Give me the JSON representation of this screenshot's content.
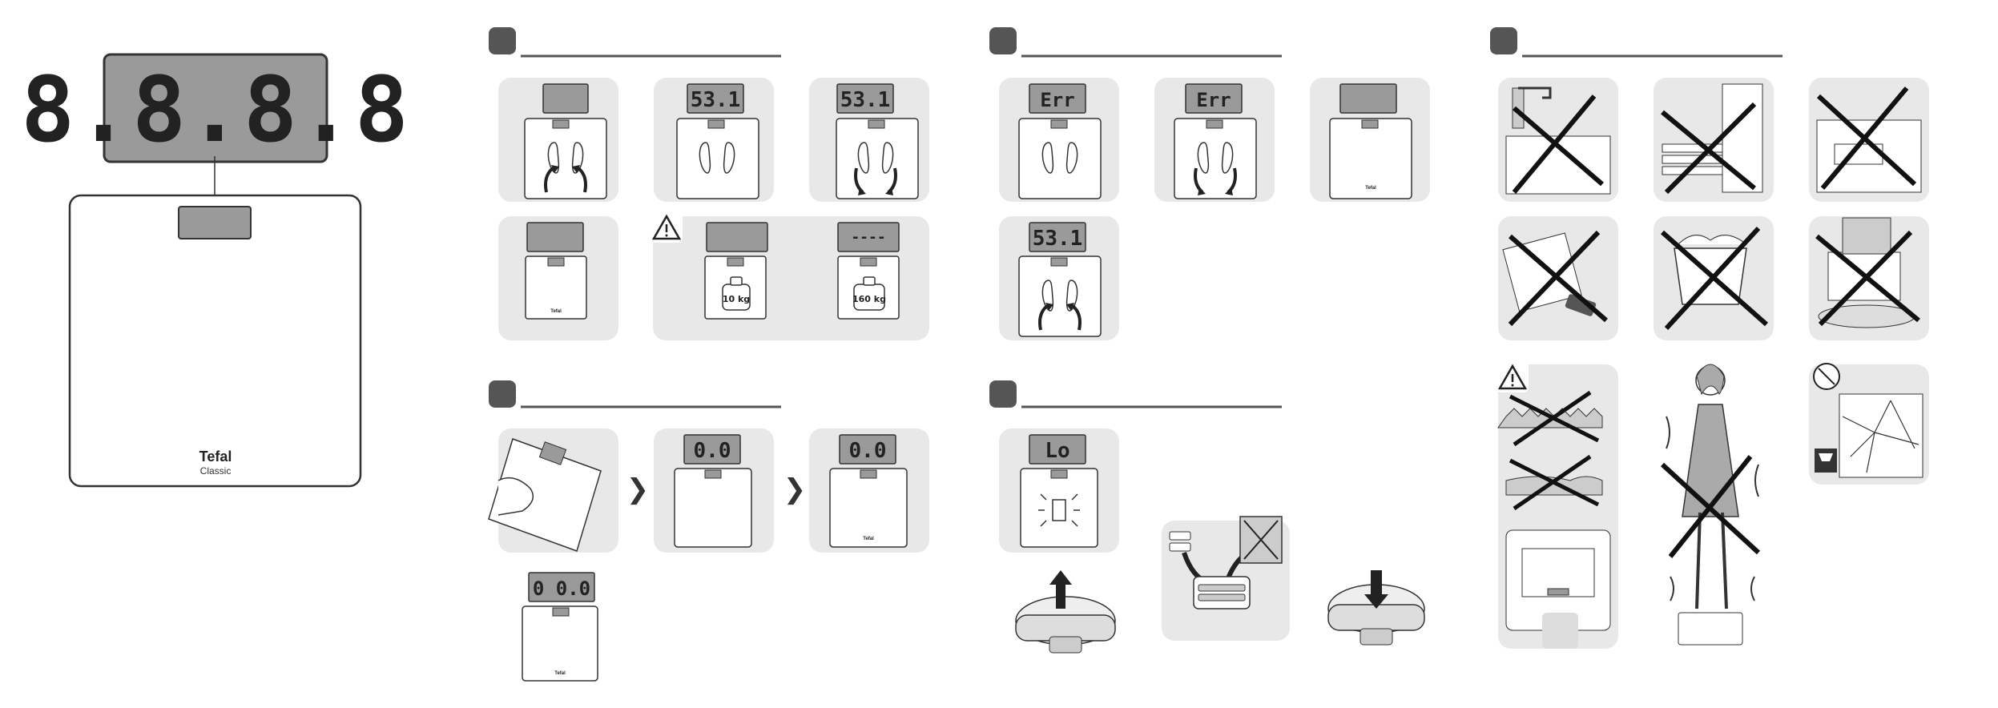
{
  "main_display": {
    "digits": "8.8.8.8",
    "brand": "Tefal",
    "model": "Classic"
  },
  "weigh_panel": {
    "readings": [
      "",
      "53.1",
      "53.1",
      "",
      "",
      "----"
    ],
    "weights": [
      "10 kg",
      "160 kg"
    ]
  },
  "error_panel": {
    "readings": [
      "Err",
      "Err",
      "",
      "53.1"
    ]
  },
  "setup_panel": {
    "readings": [
      "0.0",
      "0.0",
      "0 0.0"
    ],
    "arrow": "❯"
  },
  "battery_panel": {
    "readings": [
      "Lo"
    ]
  },
  "small_brand": "Tefal",
  "colors": {
    "accent": "#555555",
    "panel_bg": "#e8e8e8",
    "lcd_bg": "#9a9a9a",
    "ink": "#333333"
  }
}
